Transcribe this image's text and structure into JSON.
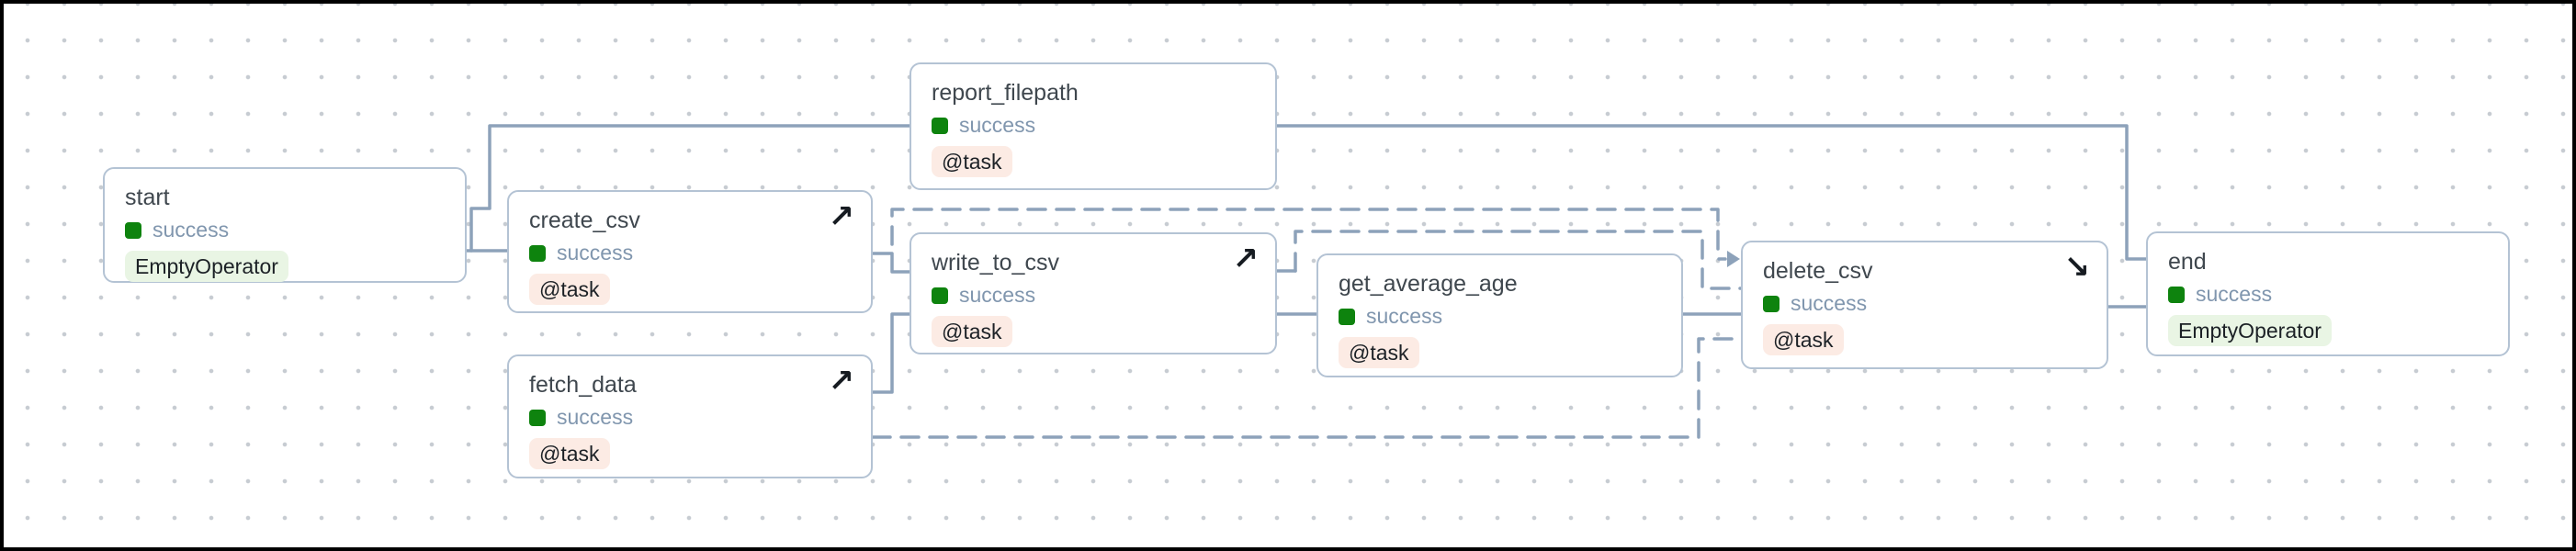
{
  "graph": {
    "nodes": [
      {
        "id": "start",
        "label": "start",
        "status": "success",
        "badge": "EmptyOperator",
        "badge_type": "operator",
        "decorator": null,
        "arrow_icon": ""
      },
      {
        "id": "create_csv",
        "label": "create_csv",
        "status": "success",
        "badge": "@task",
        "badge_type": "task",
        "decorator": "setup",
        "arrow_icon": "↗"
      },
      {
        "id": "fetch_data",
        "label": "fetch_data",
        "status": "success",
        "badge": "@task",
        "badge_type": "task",
        "decorator": "setup",
        "arrow_icon": "↗"
      },
      {
        "id": "report_filepath",
        "label": "report_filepath",
        "status": "success",
        "badge": "@task",
        "badge_type": "task",
        "decorator": null,
        "arrow_icon": ""
      },
      {
        "id": "write_to_csv",
        "label": "write_to_csv",
        "status": "success",
        "badge": "@task",
        "badge_type": "task",
        "decorator": "setup",
        "arrow_icon": "↗"
      },
      {
        "id": "get_average_age",
        "label": "get_average_age",
        "status": "success",
        "badge": "@task",
        "badge_type": "task",
        "decorator": null,
        "arrow_icon": ""
      },
      {
        "id": "delete_csv",
        "label": "delete_csv",
        "status": "success",
        "badge": "@task",
        "badge_type": "task",
        "decorator": "teardown",
        "arrow_icon": "↘"
      },
      {
        "id": "end",
        "label": "end",
        "status": "success",
        "badge": "EmptyOperator",
        "badge_type": "operator",
        "decorator": null,
        "arrow_icon": ""
      }
    ],
    "edges": [
      {
        "from": "start",
        "to": "create_csv",
        "style": "solid"
      },
      {
        "from": "start",
        "to": "report_filepath",
        "style": "solid"
      },
      {
        "from": "report_filepath",
        "to": "end",
        "style": "solid"
      },
      {
        "from": "create_csv",
        "to": "write_to_csv",
        "style": "solid"
      },
      {
        "from": "fetch_data",
        "to": "write_to_csv",
        "style": "solid"
      },
      {
        "from": "write_to_csv",
        "to": "get_average_age",
        "style": "solid"
      },
      {
        "from": "get_average_age",
        "to": "delete_csv",
        "style": "solid"
      },
      {
        "from": "delete_csv",
        "to": "end",
        "style": "solid"
      },
      {
        "from": "create_csv",
        "to": "delete_csv",
        "style": "dashed"
      },
      {
        "from": "write_to_csv",
        "to": "delete_csv",
        "style": "dashed"
      },
      {
        "from": "fetch_data",
        "to": "delete_csv",
        "style": "dashed"
      }
    ]
  },
  "colors": {
    "success_green": "#0e830e",
    "task_badge_bg": "#fcebe4",
    "operator_badge_bg": "#e9f5e4",
    "edge": "#8da2ba",
    "node_border": "#b4c3d4",
    "title_text": "#3f474e",
    "status_text": "#8096ae",
    "badge_text": "#1c2126",
    "grid_dot": "#c7ccd2"
  }
}
